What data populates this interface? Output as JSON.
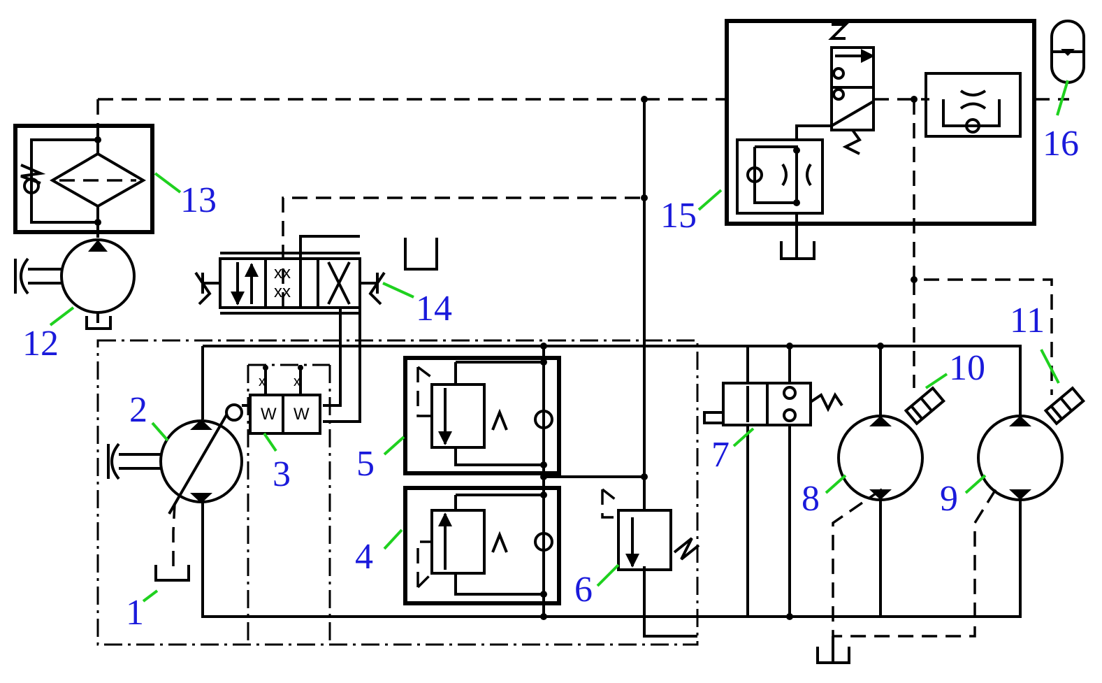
{
  "colors": {
    "line": "#000000",
    "leader": "#1fd11f",
    "label": "#1a1adb",
    "background": "#ffffff"
  },
  "labels": {
    "c1": "1",
    "c2": "2",
    "c3": "3",
    "c4": "4",
    "c5": "5",
    "c6": "6",
    "c7": "7",
    "c8": "8",
    "c9": "9",
    "c10": "10",
    "c11": "11",
    "c12": "12",
    "c13": "13",
    "c14": "14",
    "c15": "15",
    "c16": "16"
  }
}
